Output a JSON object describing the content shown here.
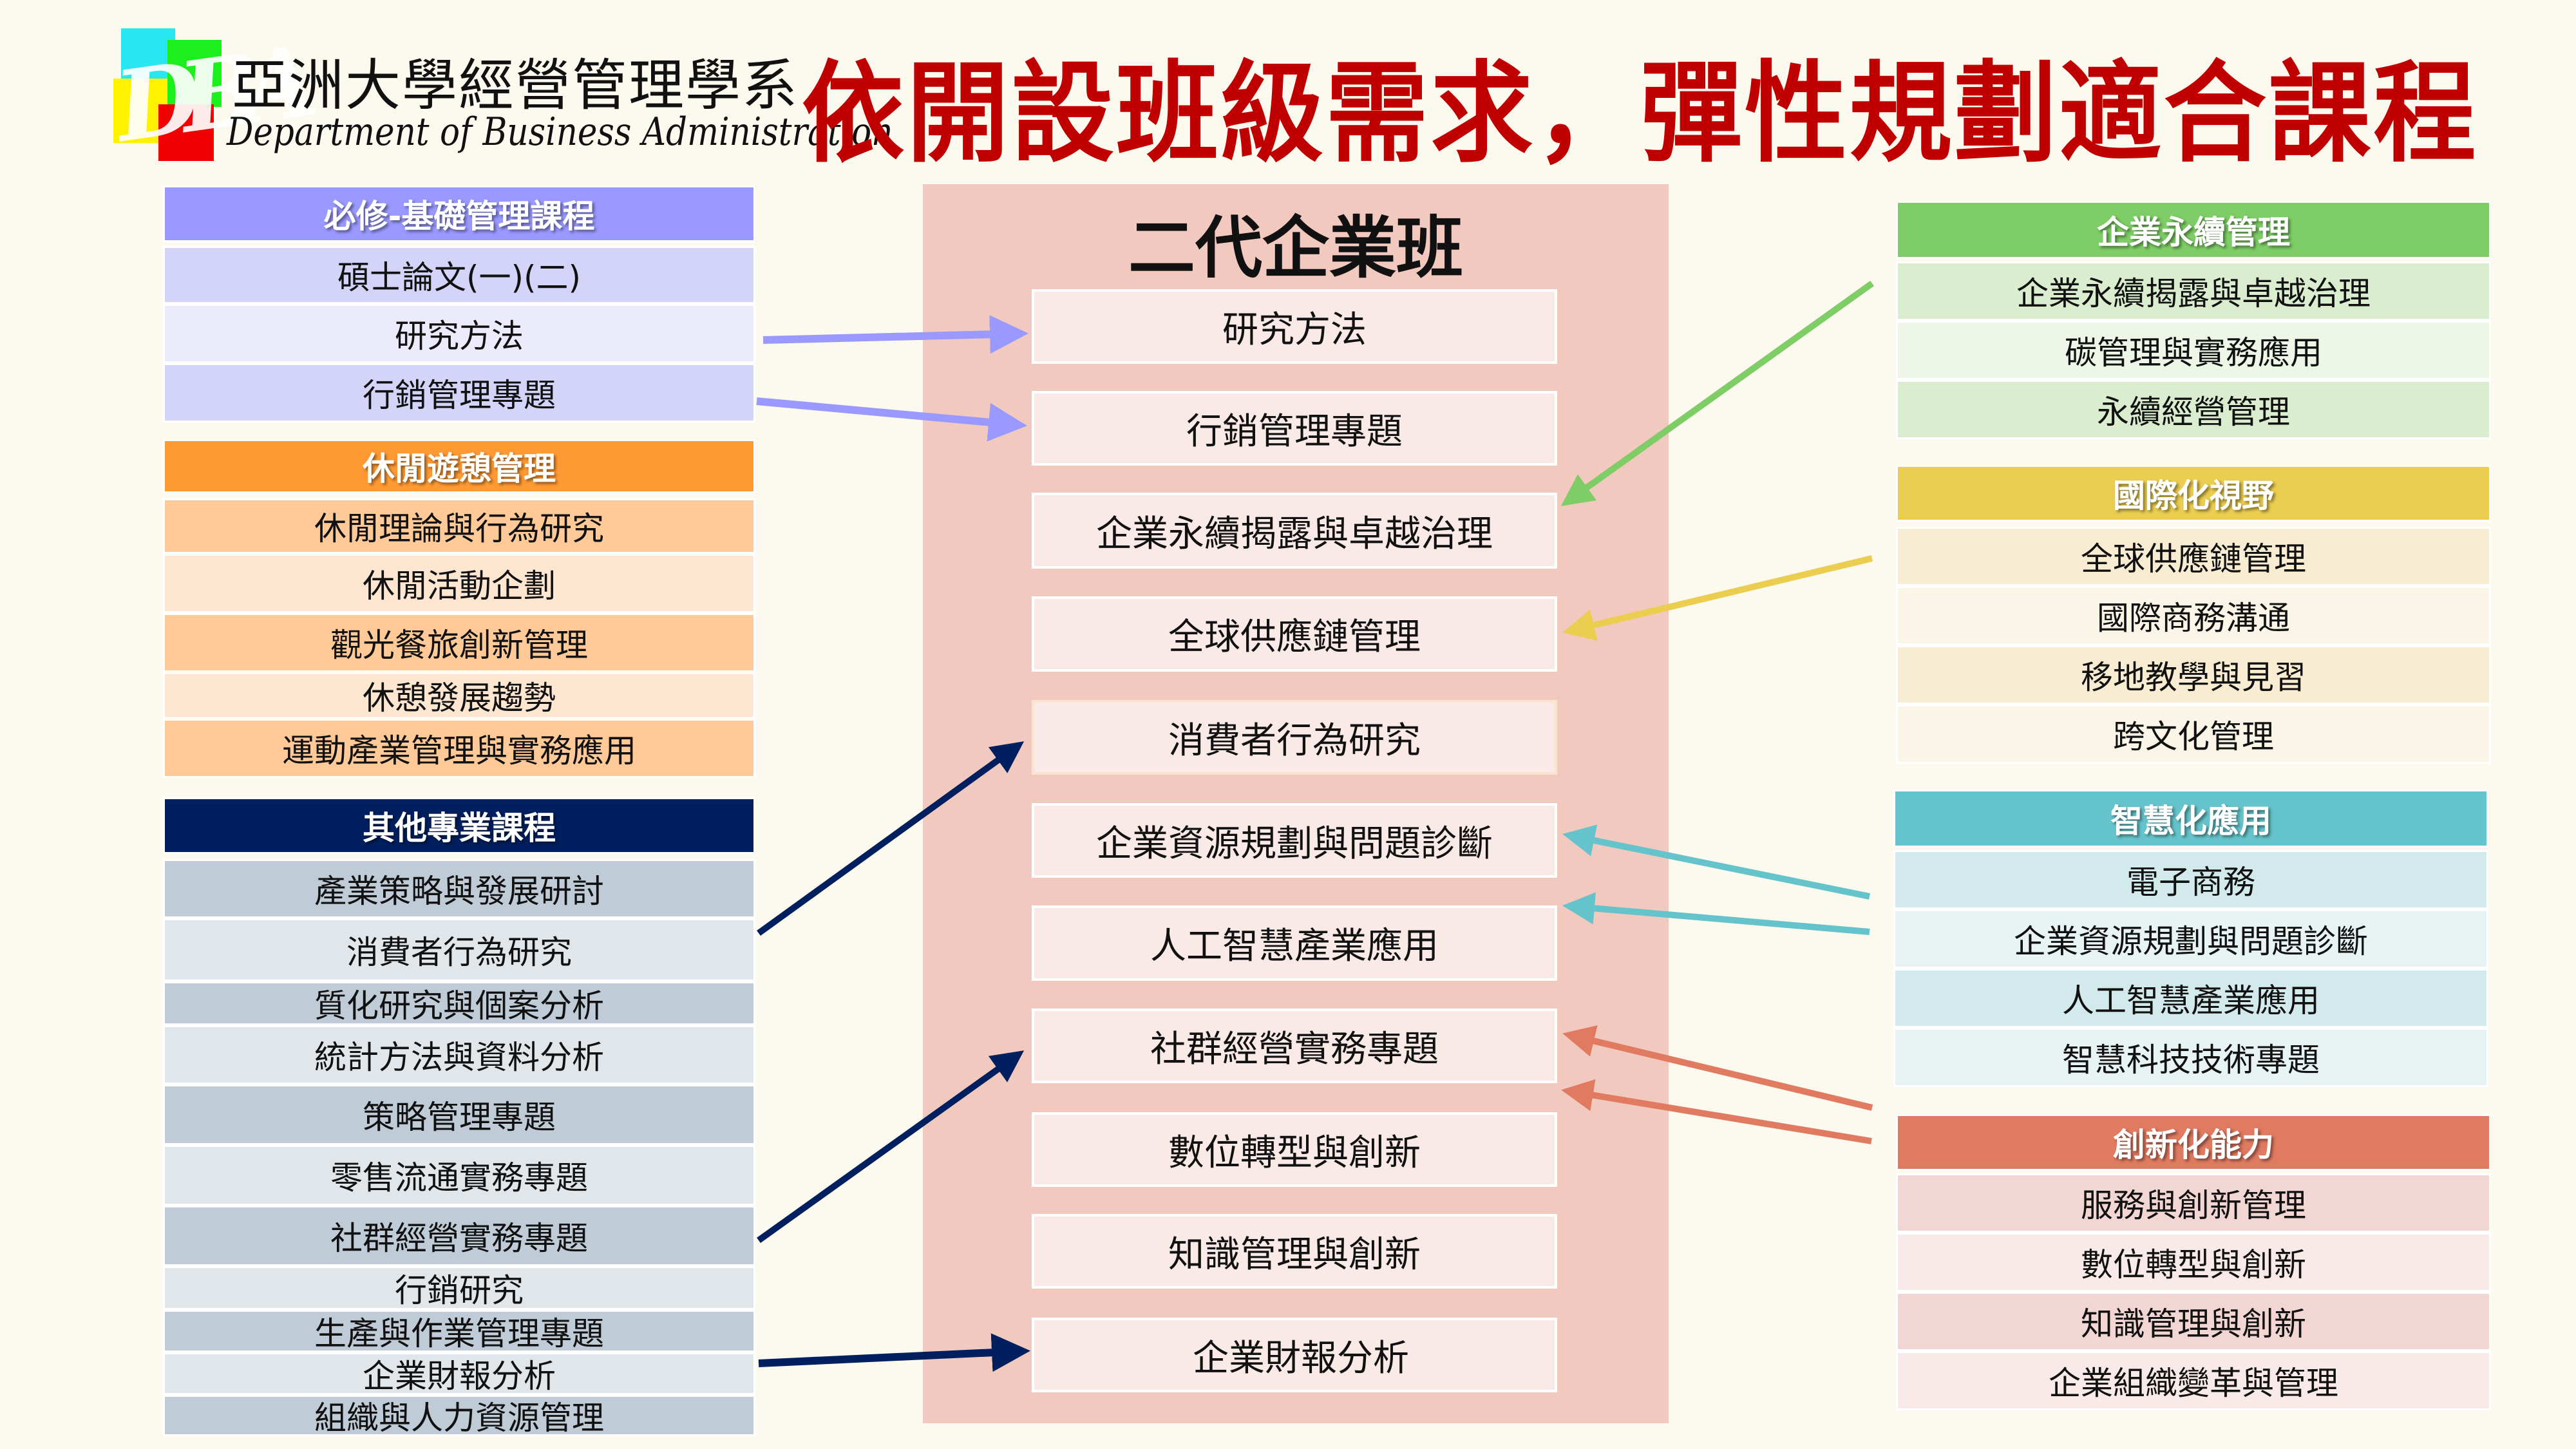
{
  "header": {
    "logo": {
      "initials": "DBA",
      "title_zh": "亞洲大學經營管理學系",
      "title_en": "Department of Business Administration",
      "colors": {
        "cyan": "#29e6f0",
        "green": "#1cf01c",
        "yellow": "#fff200",
        "red": "#f00000"
      }
    },
    "main_title": "依開設班級需求，彈性規劃適合課程"
  },
  "colors": {
    "background": "#fcf9ee",
    "title_red": "#c00000",
    "panel": "#f1c9bf",
    "panel_box": "#f9e9e7",
    "purple": "#9999ff",
    "orange": "#ff9a33",
    "navy": "#001f5f",
    "green": "#7ecd66",
    "yellow": "#ebcd50",
    "teal": "#65c4cb",
    "coral": "#e07a60"
  },
  "left_groups": [
    {
      "title": "必修-基礎管理課程",
      "header_color": "#9999ff",
      "row_colors": [
        "#d4d4f9",
        "#ebebfc"
      ],
      "items": [
        "碩士論文(一)(二)",
        "研究方法",
        "行銷管理專題"
      ]
    },
    {
      "title": "休閒遊憩管理",
      "header_color": "#ff9a33",
      "row_colors": [
        "#ffca98",
        "#ffe6d1"
      ],
      "items": [
        "休閒理論與行為研究",
        "休閒活動企劃",
        "觀光餐旅創新管理",
        "休憩發展趨勢",
        "運動產業管理與實務應用"
      ]
    },
    {
      "title": "其他專業課程",
      "header_color": "#001f5f",
      "row_colors": [
        "#bfcbd7",
        "#e1e6eb"
      ],
      "items": [
        "產業策略與發展研討",
        "消費者行為研究",
        "質化研究與個案分析",
        "統計方法與資料分析",
        "策略管理專題",
        "零售流通實務專題",
        "社群經營實務專題",
        "行銷研究",
        "生產與作業管理專題",
        "企業財報分析",
        "組織與人力資源管理"
      ]
    }
  ],
  "center": {
    "title": "二代企業班",
    "courses": [
      "研究方法",
      "行銷管理專題",
      "企業永續揭露與卓越治理",
      "全球供應鏈管理",
      "消費者行為研究",
      "企業資源規劃與問題診斷",
      "人工智慧產業應用",
      "社群經營實務專題",
      "數位轉型與創新",
      "知識管理與創新",
      "企業財報分析"
    ]
  },
  "right_groups": [
    {
      "title": "企業永續管理",
      "header_color": "#7ecd66",
      "row_colors": [
        "#dbedcf",
        "#eef6e8"
      ],
      "items": [
        "企業永續揭露與卓越治理",
        "碳管理與實務應用",
        "永續經營管理"
      ]
    },
    {
      "title": "國際化視野",
      "header_color": "#ebcd50",
      "row_colors": [
        "#f8ecd2",
        "#fbf5e8"
      ],
      "items": [
        "全球供應鏈管理",
        "國際商務溝通",
        "移地教學與見習",
        "跨文化管理"
      ]
    },
    {
      "title": "智慧化應用",
      "header_color": "#65c4cb",
      "row_colors": [
        "#d2eaeb",
        "#e8f4f4"
      ],
      "items": [
        "電子商務",
        "企業資源規劃與問題診斷",
        "人工智慧產業應用",
        "智慧科技技術專題"
      ]
    },
    {
      "title": "創新化能力",
      "header_color": "#e07a60",
      "row_colors": [
        "#f2d6d4",
        "#f9eaea"
      ],
      "items": [
        "服務與創新管理",
        "數位轉型與創新",
        "知識管理與創新",
        "企業組織變革與管理"
      ]
    }
  ],
  "connections": [
    {
      "from": "研究方法",
      "to": "研究方法",
      "color": "#9999ff"
    },
    {
      "from": "行銷管理專題",
      "to": "行銷管理專題",
      "color": "#9999ff"
    },
    {
      "from": "企業永續揭露與卓越治理",
      "to": "企業永續揭露與卓越治理",
      "color": "#7ecd66"
    },
    {
      "from": "全球供應鏈管理",
      "to": "全球供應鏈管理",
      "color": "#ebcd50"
    },
    {
      "from": "消費者行為研究",
      "to": "消費者行為研究",
      "color": "#001f5f"
    },
    {
      "from": "企業資源規劃與問題診斷",
      "to": "企業資源規劃與問題診斷",
      "color": "#65c4cb"
    },
    {
      "from": "人工智慧產業應用",
      "to": "人工智慧產業應用",
      "color": "#65c4cb"
    },
    {
      "from": "社群經營實務專題",
      "to": "社群經營實務專題",
      "color": "#001f5f"
    },
    {
      "from": "數位轉型與創新",
      "to": "數位轉型與創新",
      "color": "#e07a60"
    },
    {
      "from": "知識管理與創新",
      "to": "知識管理與創新",
      "color": "#e07a60"
    },
    {
      "from": "企業財報分析",
      "to": "企業財報分析",
      "color": "#001f5f"
    }
  ]
}
